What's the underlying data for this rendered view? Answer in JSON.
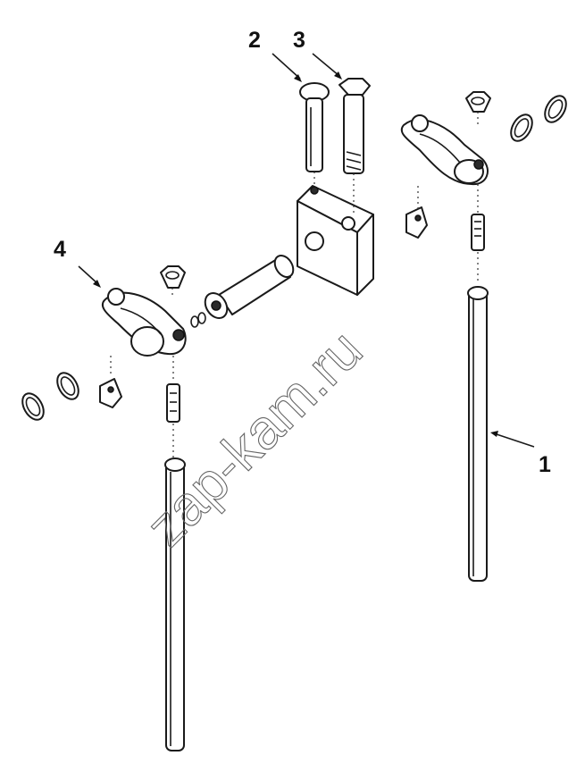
{
  "diagram": {
    "callouts": [
      {
        "id": "1",
        "label": "1"
      },
      {
        "id": "2",
        "label": "2"
      },
      {
        "id": "3",
        "label": "3"
      },
      {
        "id": "4",
        "label": "4"
      }
    ],
    "watermark": "zap-kam.ru",
    "colors": {
      "ink": "#1a1a1a",
      "background": "#ffffff",
      "watermark": "#666666"
    }
  }
}
